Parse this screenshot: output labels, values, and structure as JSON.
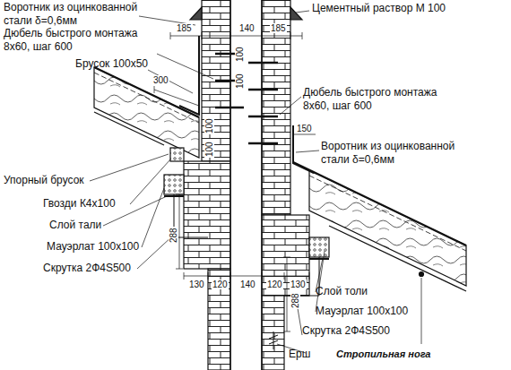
{
  "diagram": {
    "labels": [
      "Воротник из оцинкованной стали δ=0,6мм",
      "Цементный раствор М 100",
      "Дюбель быстрого монтажа 8х60, шаг 600",
      "185",
      "140",
      "185",
      "Брусок 100х50",
      "300",
      "100",
      "100",
      "100",
      "100",
      "Дюбель быстрого монтажа 8х60, шаг 600",
      "150",
      "Воротник из оцинкованной стали δ=0,6мм",
      "Упорный брусок",
      "Гвозди К4х100",
      "Слой тали",
      "Мауэрлат 100х100",
      "288",
      "Скрутка 2Ф4S500",
      "130",
      "120",
      "140",
      "120",
      "130",
      "288",
      "Слой толи",
      "Мауэрлат 100х100",
      "Скрутка 2Ф4S500",
      "Ерш",
      "Стропильная нога"
    ]
  }
}
